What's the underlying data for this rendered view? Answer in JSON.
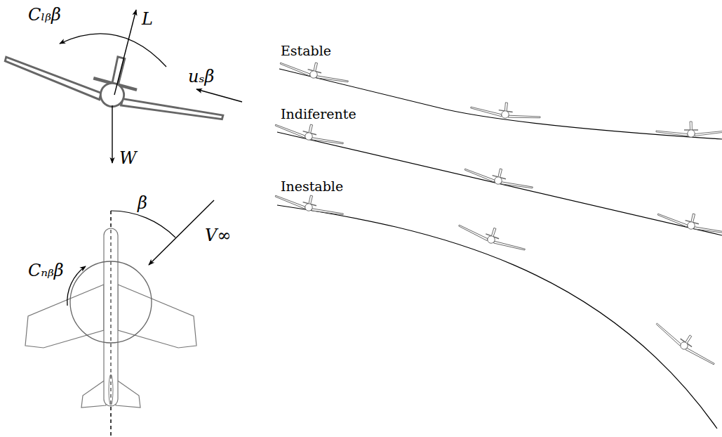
{
  "diagram": {
    "labels": [
      "Cₗᵦβ",
      "L",
      "uₛβ",
      "W",
      "β",
      "V∞",
      "Cₙᵦβ",
      "Estable",
      "Indiferente",
      "Inestable"
    ]
  }
}
